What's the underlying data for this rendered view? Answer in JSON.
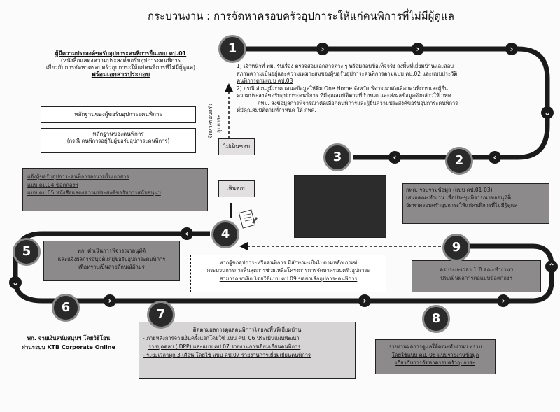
{
  "title": "กระบวนงาน : การจัดหาครอบครัวอุปการะให้แก่คนพิการที่ไม่มีผู้ดูแล",
  "applicant": {
    "heading": "ผู้มีความประสงค์ขอรับอุปการะคนพิการยื่นแบบ คป.01",
    "sub1": "(หนังสือแสดงความประสงค์ขอรับอุปการะคนพิการ",
    "sub2": "เกี่ยวกับการจัดหาครอบครัวอุปการะให้แก่คนพิการที่ไม่มีผู้ดูแล)",
    "docs_heading": "พร้อมเอกสารประกอบ",
    "doc1": "หลักฐานของผู้ขอรับอุปการะคนพิการ",
    "doc2_line1": "หลักฐานของคนพิการ",
    "doc2_line2": "(กรณี คนพิการอยู่กับผู้ขอรับอุปการะคนพิการ)"
  },
  "step1": {
    "p1": "1) เจ้าหน้าที่ พม. รับเรื่อง ตรวจสอบเอกสารต่าง ๆ พร้อมสอบข้อเท็จจริง ลงพื้นที่เยี่ยมบ้านและสอบ",
    "p2": "สภาพความเป็นอยู่และความเหมาะสมของผู้ขอรับอุปการะคนพิการตามแบบ คป.02 และแบบประวัติ",
    "p3": "คนพิการตามแบบ คป.03",
    "p4": "2) กรณี ส่วนภูมิภาค เสนอข้อมูลให้ทีม One Home จังหวัด พิจารณาคัดเลือกคนพิการและผู้ยื่น",
    "p5": "ความประสงค์ขอรับอุปการะคนพิการ ที่มีคุณสมบัติตามที่กำหนด และส่งผลข้อมูลดังกล่าวให้ กพค.",
    "p6": "กทม. ส่งข้อมูลการพิจารณาคัดเลือกคนพิการและผู้ยื่นความประสงค์ขอรับอุปการะคนพิการ",
    "p7": "ที่มีคุณสมบัติตามที่กำหนด ให้ กพค."
  },
  "side_label_1": "จัดหาครอบครัว",
  "side_label_2": "อุปการะ",
  "not_agree": "ไม่เห็นชอบ",
  "agree": "เห็นชอบ",
  "step2": {
    "line1": "กพค. รวบรวมข้อมูล (แบบ คป.01-03)",
    "line2": "เสนอคณะทำงาน เพื่อประชุมพิจารณาขออนุมัติ",
    "line3": "จัดหาครอบครัวอุปการะให้แก่คนพิการที่ไม่มีผู้ดูแล"
  },
  "step3_box": "",
  "notify": {
    "line1": "แจ้งผู้ขอรับอุปการะคนพิการลงนามในเอกสาร",
    "line2": "แบบ คป.04 ข้อตกลงฯ",
    "line3": "แบบ คป.05 หนังสือแสดงความประสงค์ขอรับการสนับสนุนฯ"
  },
  "step5": {
    "line1": "พก. ดำเนินการพิจารณาอนุมัติ",
    "line2": "และแจ้งผลการอนุมัติแก่ผู้ขอรับอุปการะคนพิการ",
    "line3": "เพื่อทราบเป็นลายลักษณ์อักษร"
  },
  "cancel": {
    "line1": "หากผู้ขออุปการะหรือคนพิการ มีลักษณะเป็นไปตามหลักเกณฑ์",
    "line2": "กระบวนการการสิ้นสุดการช่วยเหลือโครงการการจัดหาครอบครัวอุปการะ",
    "line3": "สามารถยกเลิก โดยใช้แบบ คป.09 ขอยกเลิกอุปการะคนพิการ"
  },
  "step9": {
    "line1": "ครบระยะเวลา 1 ปี คณะทำงานฯ",
    "line2": "ประเมินผลการต่อแบบข้อตกลงฯ"
  },
  "step6": {
    "line1": "พก. จ่ายเงินสนับสนุนฯ โดยวิธีโอน",
    "line2": "ผ่านระบบ KTB Corporate Online"
  },
  "step7": {
    "line1": "ติดตามผลการดูแลคนพิการโดยลงพื้นที่เยี่ยมบ้าน",
    "line2": "- ภายหลังการจ่ายเงินครั้งแรกโดยใช้ แบบ คป. 06 ประเมินแผนพัฒนา",
    "line3": "รายบุคคลฯ (IDPP) และแบบ คป.07 รายงานการเยี่ยมเยียนคนพิการ",
    "line4": "- ระยะเวลาทุก 3 เดือน โดยใช้ แบบ คป.07 รายงานการเยี่ยมเยียนคนพิการ"
  },
  "step8": {
    "line1": "รายงานผลการดูแลให้คณะทำงานฯ ทราบ",
    "line2": "โดยใช้แบบ คป. 08 แบบรายงานข้อมูล",
    "line3": "เกี่ยวกับการจัดหาครอบครัวอุปการะ"
  },
  "steps": [
    "1",
    "2",
    "3",
    "4",
    "5",
    "6",
    "7",
    "8",
    "9"
  ],
  "colors": {
    "dark": "#222222",
    "gray": "#8c8a8b",
    "light": "#d6d4d5"
  }
}
